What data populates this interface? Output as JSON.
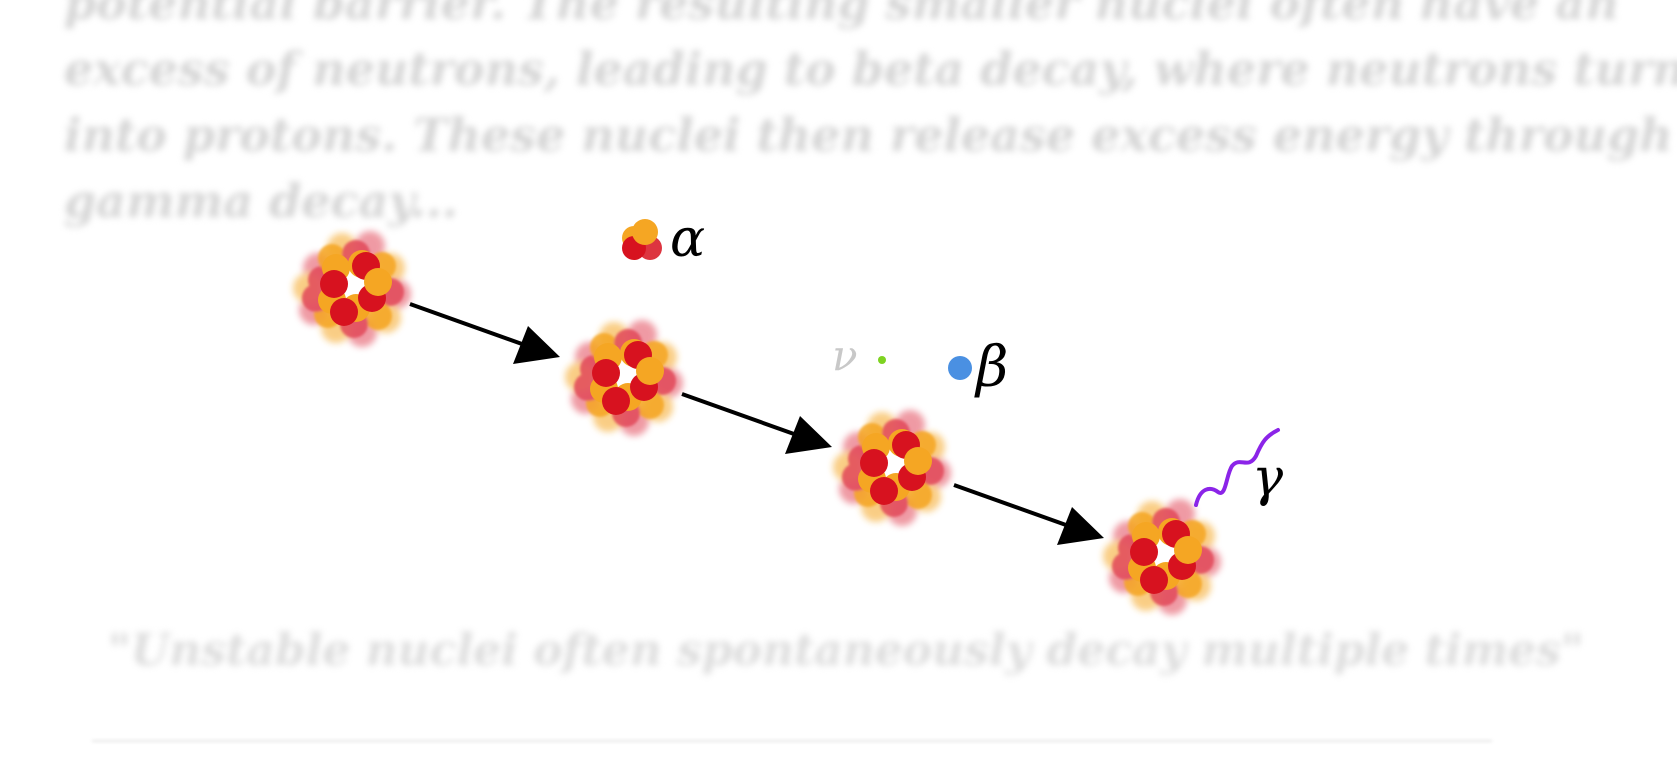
{
  "paragraph": {
    "lines": [
      "potential barrier. The resulting smaller nuclei often have an",
      "excess of neutrons, leading to beta decay, where neutrons turn",
      "into protons. These nuclei then release excess energy through",
      "gamma decay..."
    ]
  },
  "diagram": {
    "alpha_symbol": "α",
    "neutrino_symbol": "ν",
    "beta_symbol": "β",
    "gamma_symbol": "γ",
    "colors": {
      "proton": "#d7121f",
      "neutron": "#f5a623",
      "halo": "#e24a5a",
      "arrow": "#000000",
      "neutrino": "#7ed321",
      "beta": "#4a90e2",
      "gamma": "#8b24e8",
      "neutrino_label": "#c8c8c8"
    },
    "nuclei_count": 4,
    "arrows_count": 3
  },
  "caption": {
    "quote": "\"Unstable nuclei often spontaneously decay multiple times\""
  }
}
